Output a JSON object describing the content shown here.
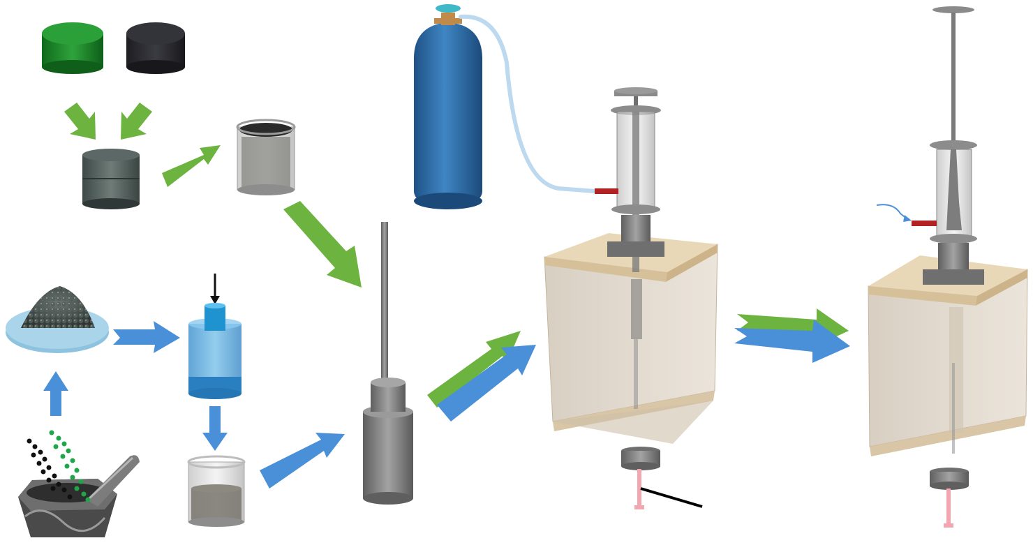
{
  "figure": {
    "background": "#ffffff",
    "colors": {
      "green_material": "#1f8f2e",
      "black_material": "#2a2a2e",
      "green_arrow": "#6db33f",
      "blue_arrow": "#4a90d9",
      "gas_cylinder": "#2e6da4",
      "gas_hose": "#bcd9ef",
      "gas_valve": "#3fb8c8",
      "chamber_wall": "#d9cbb8",
      "chamber_lid": "#e8d8b8",
      "syringe_steel": "#8a8a8a",
      "inlet_port": "#b22222",
      "nozzle_tip": "#f2a7b0"
    },
    "stages": [
      {
        "id": "raw-materials",
        "icon": "material-pellets-icon"
      },
      {
        "id": "stacked-pellets",
        "icon": "stacked-pellet-icon"
      },
      {
        "id": "solution-beaker",
        "icon": "beaker-icon"
      },
      {
        "id": "powder-plate",
        "icon": "powder-plate-icon"
      },
      {
        "id": "mortar-grinding",
        "icon": "mortar-pestle-icon"
      },
      {
        "id": "press-die",
        "icon": "press-die-icon"
      },
      {
        "id": "pressed-beaker",
        "icon": "beaker-icon"
      },
      {
        "id": "loaded-syringe",
        "icon": "syringe-icon"
      },
      {
        "id": "gas-supply",
        "icon": "gas-cylinder-icon"
      },
      {
        "id": "extrusion-chamber-1",
        "icon": "chamber-icon"
      },
      {
        "id": "extrusion-chamber-2",
        "icon": "chamber-icon"
      }
    ]
  }
}
